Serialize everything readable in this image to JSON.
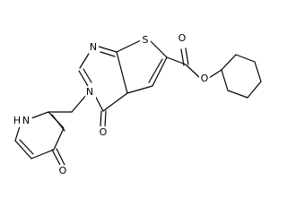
{
  "molecule": {
    "atoms": {
      "n_pyrimidine_top": "N",
      "s_thiophene": "S",
      "o_ketone": "O",
      "o_ester_carbonyl": "O",
      "o_ester": "O",
      "n_pyrimidine_bottom": "N",
      "o_pyridone": "O",
      "nh_label": "N",
      "nh_h": "H"
    }
  }
}
